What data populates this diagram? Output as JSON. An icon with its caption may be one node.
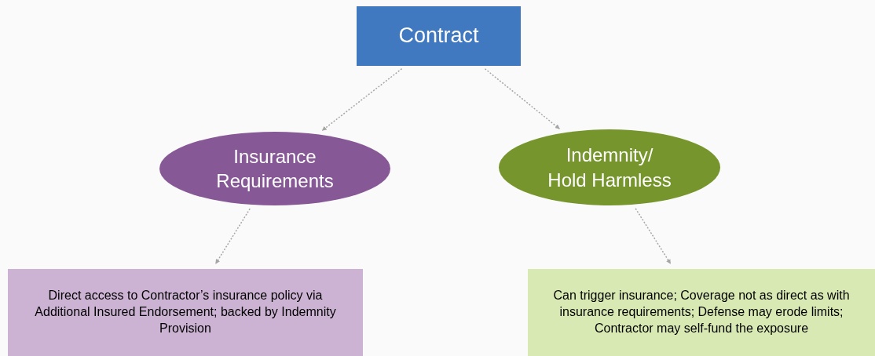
{
  "diagram": {
    "nodes": [
      {
        "text": [
          "Contract"
        ]
      },
      {
        "text": [
          "Insurance Requirements"
        ]
      },
      {
        "text": [
          "Indemnity/ Hold Harmless"
        ]
      },
      {
        "text": [
          "Direct access to Contractor’s insurance policy via Additional Insured Endorsement; backed by Indemnity Provision"
        ]
      },
      {
        "text": [
          "Can trigger insurance; Coverage not as direct as with insurance requirements; Defense may erode limits; Contractor may self-fund the exposure"
        ]
      }
    ],
    "edges": [
      {
        "from": 0,
        "to": 1,
        "arrow": "to",
        "style": "dashed"
      },
      {
        "from": 0,
        "to": 2,
        "arrow": "to",
        "style": "dashed"
      },
      {
        "from": 1,
        "to": 3,
        "arrow": "to",
        "style": "dashed"
      },
      {
        "from": 2,
        "to": 4,
        "arrow": "to",
        "style": "dashed"
      }
    ]
  }
}
